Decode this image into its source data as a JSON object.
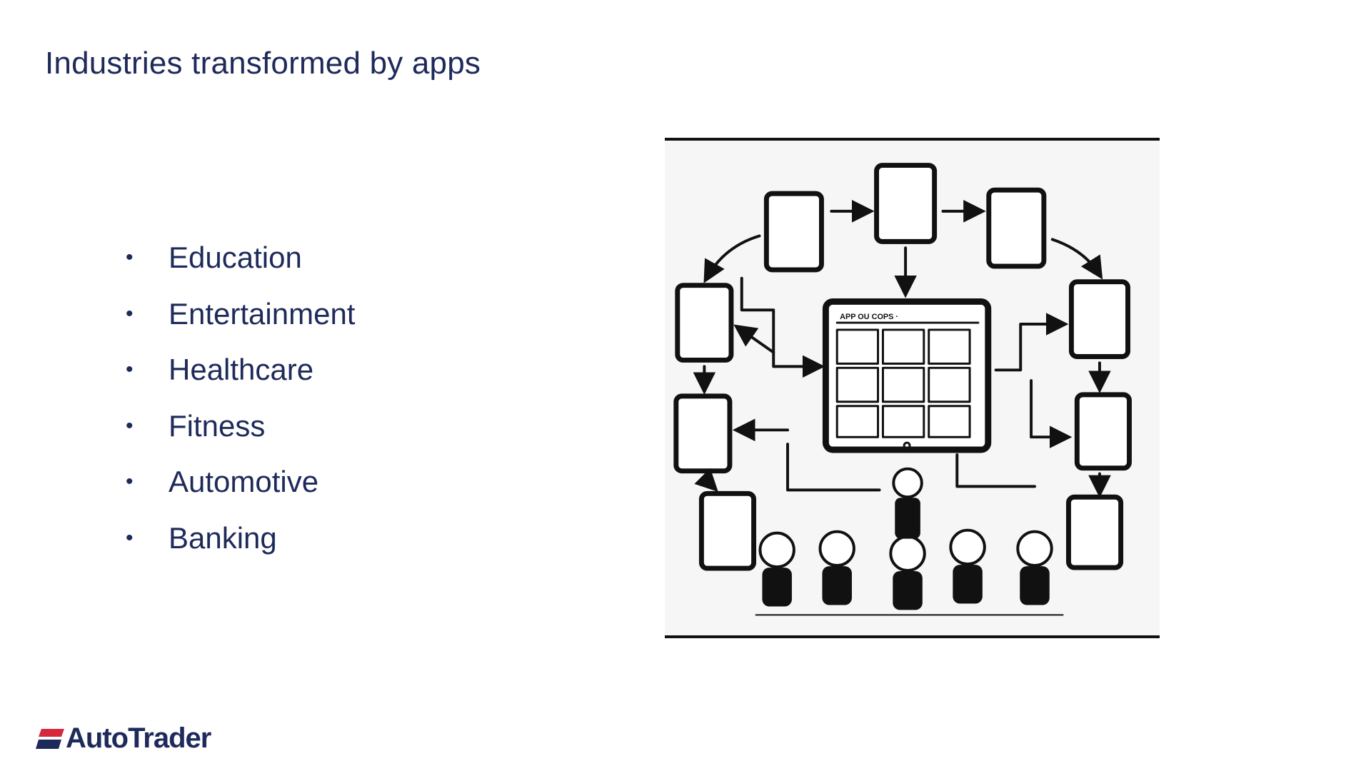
{
  "slide": {
    "title": "Industries transformed by apps",
    "bullets": [
      "Education",
      "Entertainment",
      "Healthcare",
      "Fitness",
      "Automotive",
      "Banking"
    ],
    "bullet_glyph": "•"
  },
  "illustration": {
    "main_screen_label": "APP OU COPS ·",
    "description_icon": "app-network-illustration"
  },
  "brand": {
    "logo_text": "AutoTrader",
    "colors": {
      "navy": "#1e2a5a",
      "red": "#d6283a",
      "text": "#1e2a5a"
    }
  }
}
